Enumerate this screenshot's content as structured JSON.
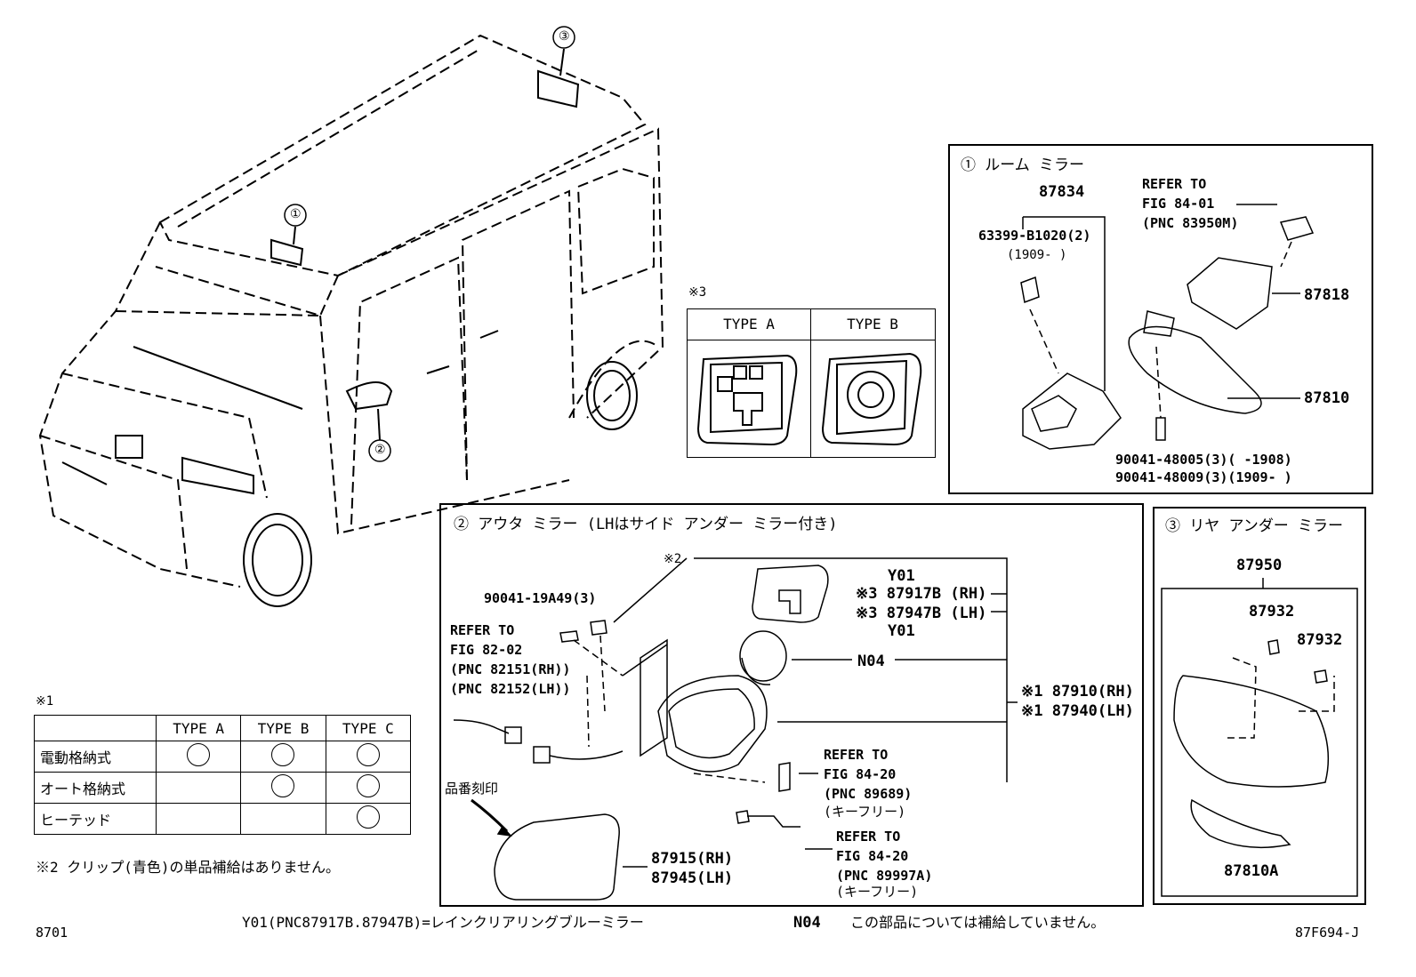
{
  "callouts": {
    "c1": "①",
    "c2": "②",
    "c3": "③"
  },
  "note3": {
    "mark": "※3",
    "type_a": "TYPE A",
    "type_b": "TYPE B"
  },
  "room_mirror": {
    "title": "① ルーム ミラー",
    "p87834": "87834",
    "p63399": "63399-B1020(2)",
    "p63399_date": "(1909-     )",
    "refer1": "REFER TO",
    "refer2": "FIG 84-01",
    "refer3": "(PNC 83950M)",
    "p87818": "87818",
    "p87810": "87810",
    "p90041a": "90041-48005(3)(     -1908)",
    "p90041b": "90041-48009(3)(1909-     )"
  },
  "outer_mirror": {
    "title": "② アウタ ミラー (LHはサイド アンダー ミラー付き)",
    "note2": "※2",
    "p90041": "90041-19A49(3)",
    "refer_a1": "REFER TO",
    "refer_a2": "FIG 82-02",
    "refer_a3": "(PNC 82151(RH))",
    "refer_a4": "(PNC 82152(LH))",
    "y01a": "Y01",
    "p87917": "※3 87917B (RH)",
    "p87947": "※3 87947B (LH)",
    "y01b": "Y01",
    "n04": "N04",
    "p87910": "※1 87910(RH)",
    "p87940": "※1 87940(LH)",
    "refer_b1": "REFER TO",
    "refer_b2": "FIG 84-20",
    "refer_b3": "(PNC 89689)",
    "refer_b4": "(キーフリー)",
    "refer_c1": "REFER TO",
    "refer_c2": "FIG 84-20",
    "refer_c3": "(PNC 89997A)",
    "refer_c4": "(キーフリー)",
    "engrave": "品番刻印",
    "p87915": "87915(RH)",
    "p87945": "87945(LH)"
  },
  "rear_under": {
    "title": "③ リヤ アンダー ミラー",
    "p87950": "87950",
    "p87932a": "87932",
    "p87932b": "87932",
    "p87810a": "87810A"
  },
  "note1": {
    "mark": "※1",
    "cols": [
      "TYPE A",
      "TYPE B",
      "TYPE C"
    ],
    "rows": [
      {
        "label": "電動格納式",
        "marks": [
          true,
          true,
          true
        ]
      },
      {
        "label": "オート格納式",
        "marks": [
          false,
          true,
          true
        ]
      },
      {
        "label": "ヒーテッド",
        "marks": [
          false,
          false,
          true
        ]
      }
    ]
  },
  "footer": {
    "note2": "※2 クリップ(青色)の単品補給はありません。",
    "left_code": "8701",
    "y01_note": "Y01(PNC87917B.87947B)=レインクリアリングブルーミラー",
    "n04_label": "N04",
    "n04_note": "この部品については補給していません。",
    "fig_code": "87F694-J"
  }
}
